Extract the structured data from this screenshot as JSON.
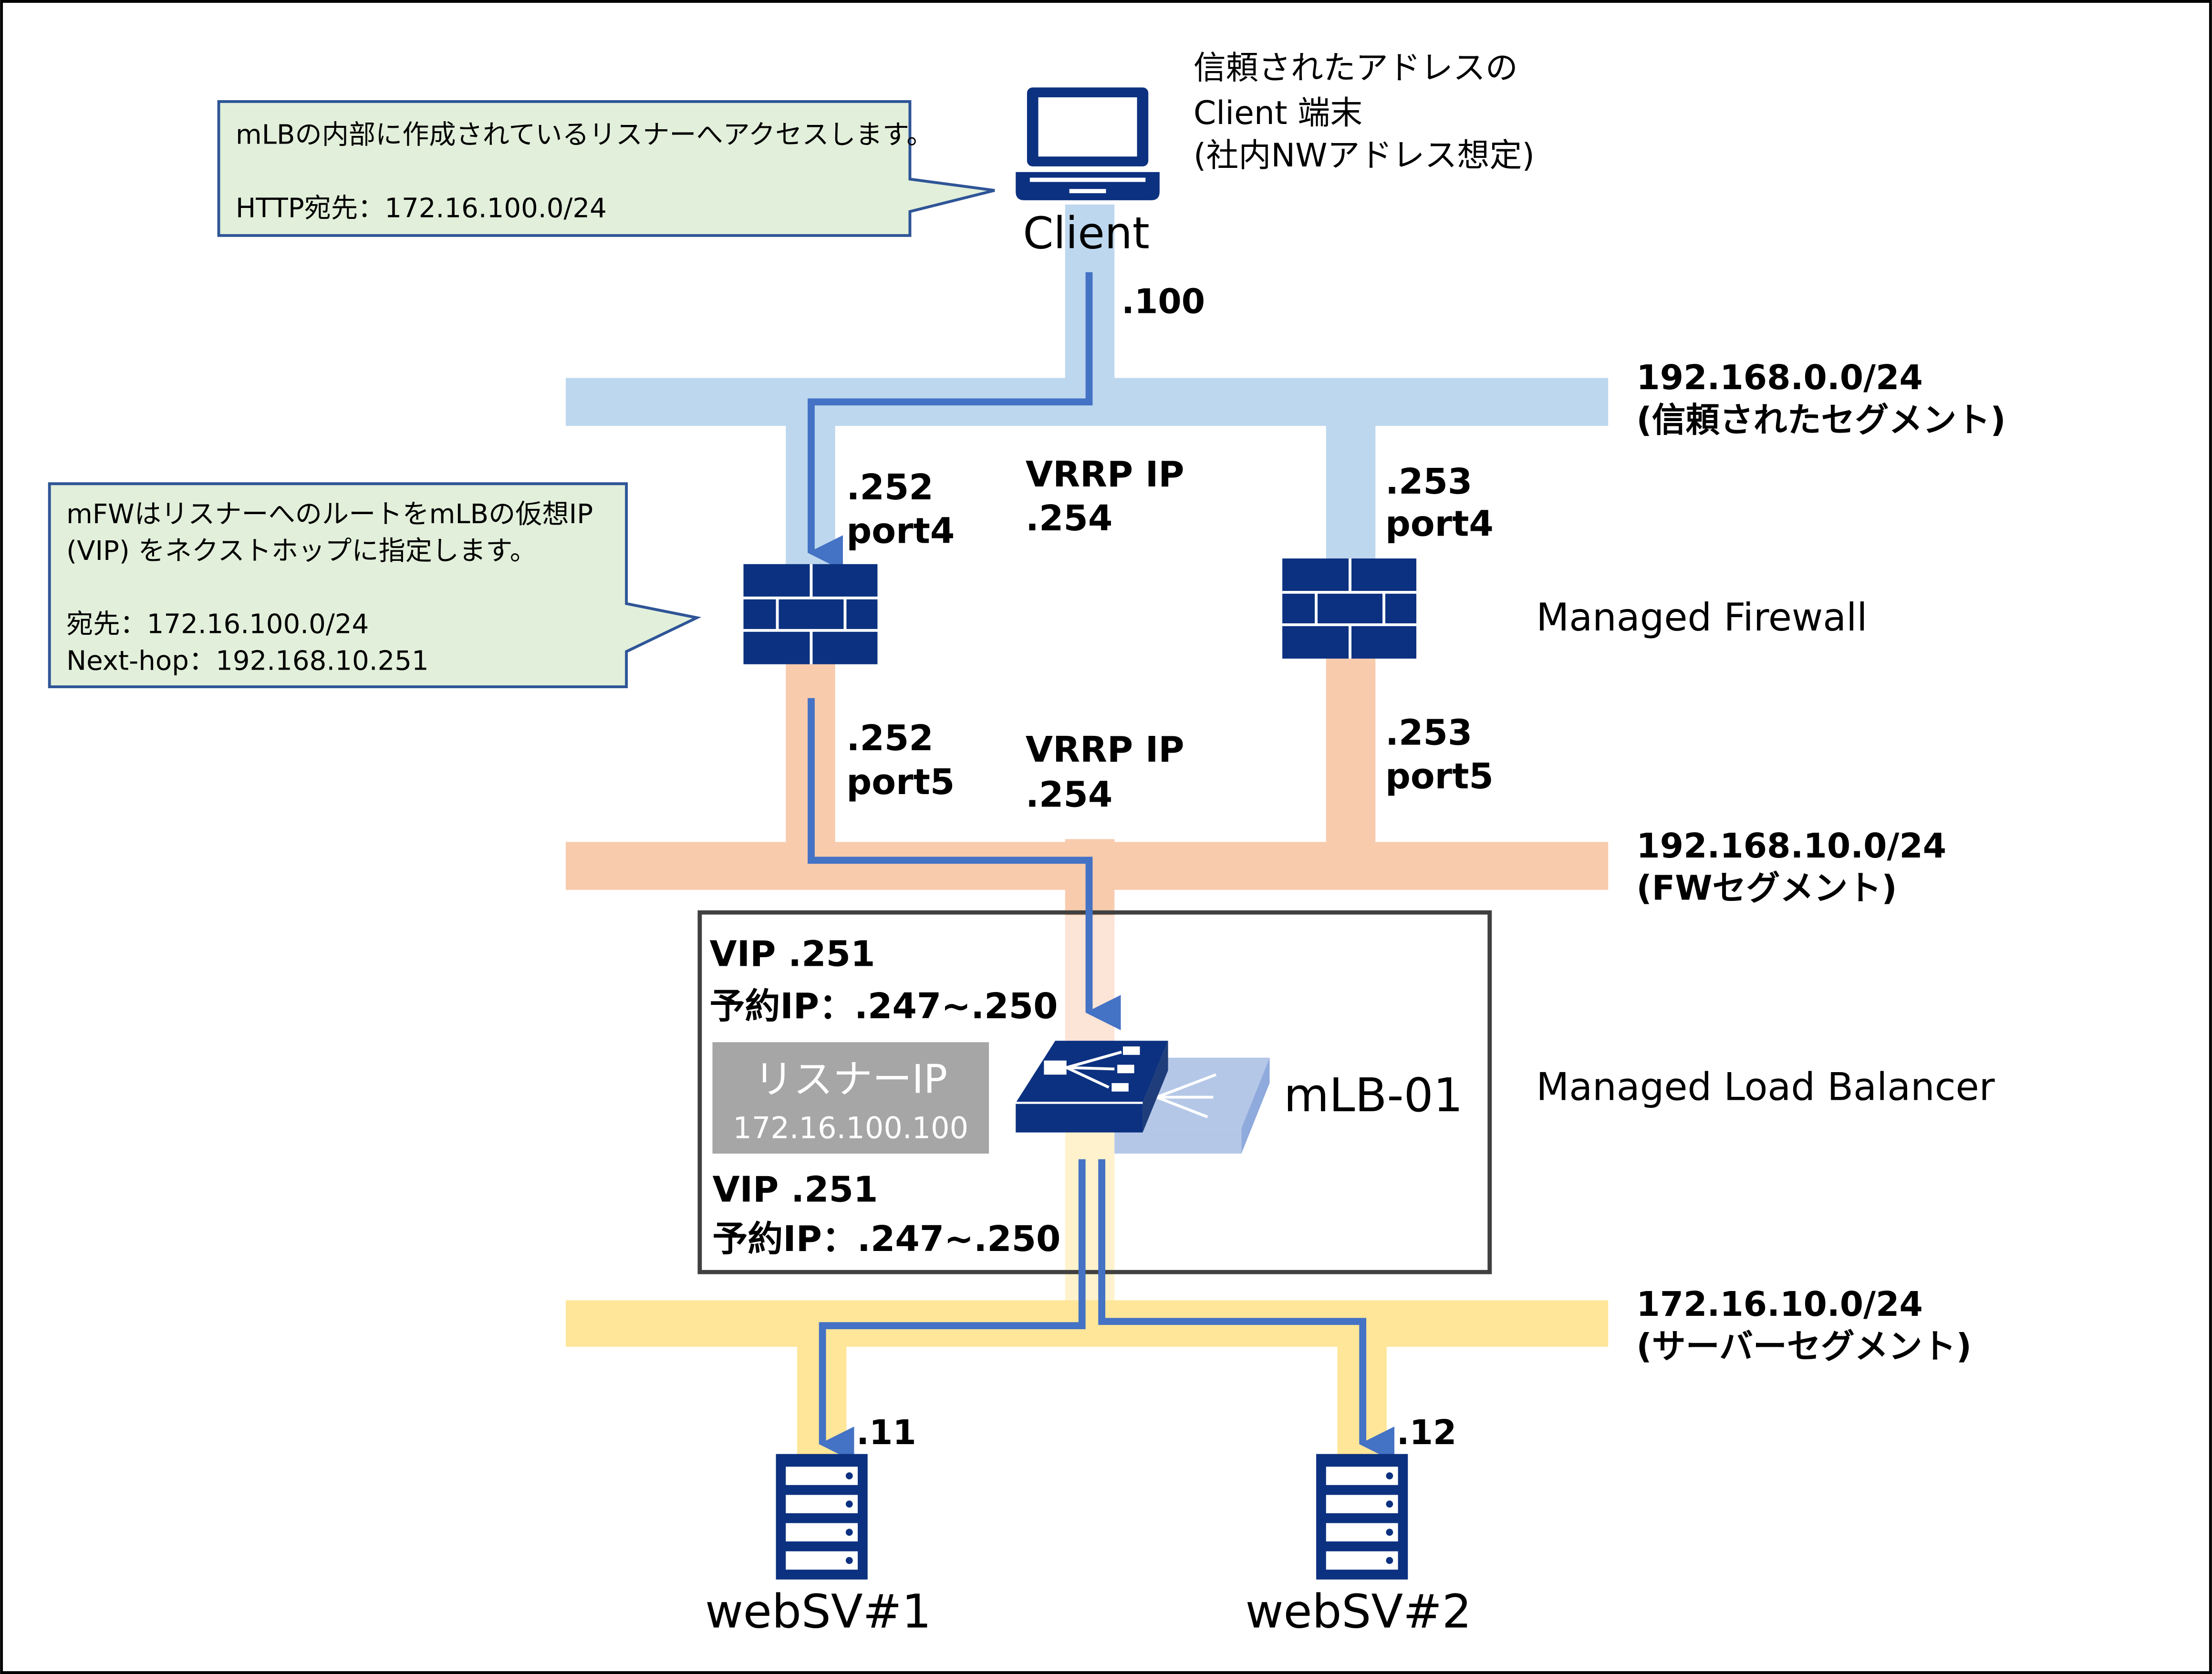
{
  "colors": {
    "trusted_segment": "#bdd7ee",
    "fw_segment": "#f8cbad",
    "server_segment": "#ffe699",
    "flow_line": "#4472c4",
    "device": "#0c3180",
    "callout_fill": "#e2efda",
    "callout_border": "#2f5597",
    "listener_box": "#a6a6a6"
  },
  "client": {
    "icon": "laptop-icon",
    "label": "Client",
    "description": [
      "信頼されたアドレスの",
      "Client 端末",
      "(社内NWアドレス想定)"
    ],
    "ip": ".100"
  },
  "callout_client": {
    "lines": [
      "mLBの内部に作成されているリスナーへアクセスします。",
      "HTTP宛先：172.16.100.0/24"
    ]
  },
  "callout_fw": {
    "lines": [
      "mFWはリスナーへのルートをmLBの仮想IP",
      "(VIP) をネクストホップに指定します。",
      "宛先：172.16.100.0/24",
      "Next-hop：192.168.10.251"
    ]
  },
  "segments": {
    "trusted": {
      "network": "192.168.0.0/24",
      "name": "(信頼されたセグメント)"
    },
    "fw": {
      "network": "192.168.10.0/24",
      "name": "(FWセグメント)"
    },
    "server": {
      "network": "172.16.10.0/24",
      "name": "(サーバーセグメント)"
    }
  },
  "firewall": {
    "icon": "firewall-icon",
    "label": "Managed Firewall",
    "fw1_upper": [
      ".252",
      "port4"
    ],
    "fw1_lower": [
      ".252",
      "port5"
    ],
    "fw2_upper": [
      ".253",
      "port4"
    ],
    "fw2_lower": [
      ".253",
      "port5"
    ],
    "vrrp_upper": [
      "VRRP IP",
      ".254"
    ],
    "vrrp_lower": [
      "VRRP IP",
      ".254"
    ]
  },
  "mlb": {
    "icon": "load-balancer-icon",
    "name": "mLB-01",
    "label": "Managed Load Balancer",
    "upper": [
      "VIP .251",
      "予約IP：.247~.250"
    ],
    "lower": [
      "VIP .251",
      "予約IP：.247~.250"
    ],
    "listener_title": "リスナーIP",
    "listener_ip": "172.16.100.100"
  },
  "servers": [
    {
      "icon": "server-icon",
      "label": "webSV#1",
      "ip": ".11"
    },
    {
      "icon": "server-icon",
      "label": "webSV#2",
      "ip": ".12"
    }
  ]
}
